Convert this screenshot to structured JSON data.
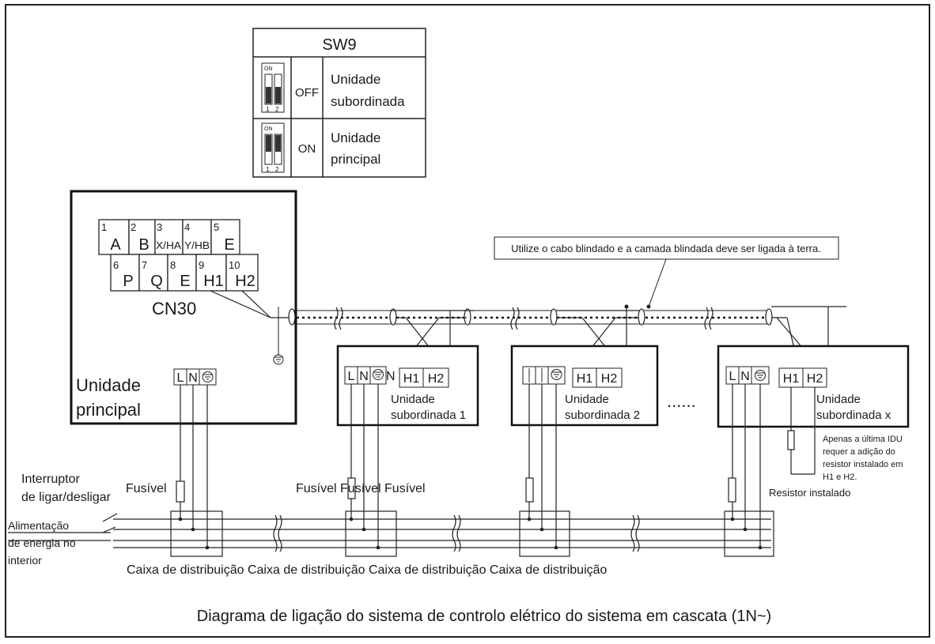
{
  "sw9": {
    "title": "SW9",
    "row_off": {
      "switch_on_label": "ON",
      "switch_numbers": [
        "1",
        "2"
      ],
      "state": "OFF",
      "desc_line1": "Unidade",
      "desc_line2": "subordinada"
    },
    "row_on": {
      "switch_on_label": "ON",
      "switch_numbers": [
        "1",
        "2"
      ],
      "state": "ON",
      "desc_line1": "Unidade",
      "desc_line2": "principal"
    }
  },
  "main_unit": {
    "label_line1": "Unidade",
    "label_line2": "principal",
    "connector_name": "CN30",
    "terminals_top": [
      {
        "num": "1",
        "label": "A"
      },
      {
        "num": "2",
        "label": "B"
      },
      {
        "num": "3",
        "label": "X/HA"
      },
      {
        "num": "4",
        "label": "Y/HB"
      },
      {
        "num": "5",
        "label": "E"
      }
    ],
    "terminals_bottom": [
      {
        "num": "6",
        "label": "P"
      },
      {
        "num": "7",
        "label": "Q"
      },
      {
        "num": "8",
        "label": "E"
      },
      {
        "num": "9",
        "label": "H1"
      },
      {
        "num": "10",
        "label": "H2"
      }
    ],
    "power_terminals": {
      "l": "L",
      "n": "N"
    }
  },
  "sub_units": [
    {
      "label_line1": "Unidade",
      "label_line2": "subordinada 1",
      "l": "L",
      "n": "N",
      "extra": "N",
      "h1": "H1",
      "h2": "H2"
    },
    {
      "label_line1": "Unidade",
      "label_line2": "subordinada 2",
      "l": "",
      "n": "",
      "h1": "H1",
      "h2": "H2"
    },
    {
      "label_line1": "Unidade",
      "label_line2": "subordinada x",
      "l": "L",
      "n": "N",
      "h1": "H1",
      "h2": "H2"
    }
  ],
  "ellipsis": "......",
  "notes": {
    "shielded_cable": "Utilize o cabo blindado e a camada blindada deve ser ligada à terra.",
    "last_idu_lines": [
      "Apenas a última IDU",
      "requer a adição do",
      "resistor instalado em",
      "H1 e H2."
    ],
    "resistor": "Resistor instalado"
  },
  "power": {
    "switch_line1": "Interruptor",
    "switch_line2": "de ligar/desligar",
    "supply_line1": "Alimentação",
    "supply_line2": "de energia no",
    "supply_line3": "interior",
    "fuse_main": "Fusível",
    "fuse_row": "Fusível Fusível Fusível",
    "distribution_row": "Caixa de distribuição Caixa de distribuição Caixa de distribuição Caixa de distribuição"
  },
  "caption": "Diagrama de ligação do sistema de controlo elétrico do sistema em cascata (1N~)"
}
